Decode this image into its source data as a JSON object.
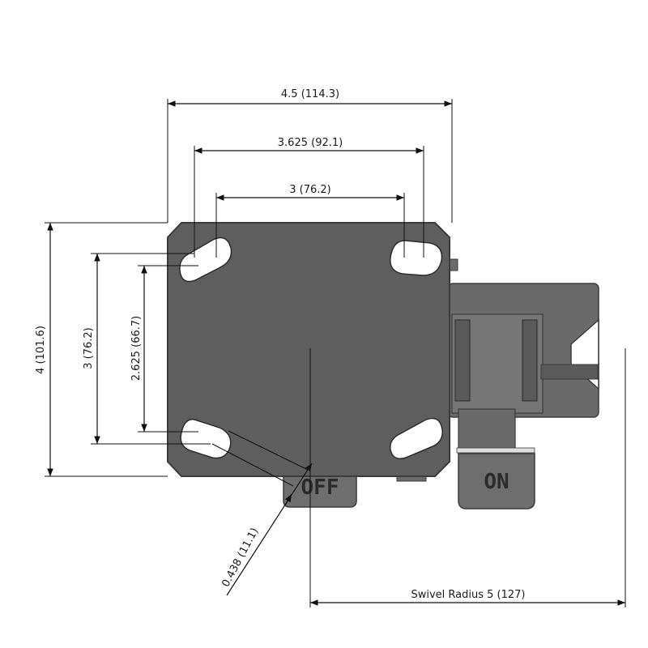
{
  "drawing": {
    "dimensions": {
      "overall_width": "4.5 (114.3)",
      "bolt_width_outer": "3.625 (92.1)",
      "bolt_width_inner": "3 (76.2)",
      "overall_height": "4 (101.6)",
      "bolt_height_outer": "3 (76.2)",
      "bolt_height_inner": "2.625 (66.7)",
      "bolt_slot": "0.438 (11.1)",
      "swivel_radius": "Swivel Radius 5 (127)"
    },
    "brake_labels": {
      "off": "OFF",
      "on": "ON"
    },
    "colors": {
      "plate": "#5e5e5e",
      "plate_edge": "#3c3c3c",
      "hole": "#ffffff",
      "body": "#6a6a6a",
      "body_dark": "#4a4a4a",
      "pedal": "#6e6e6e",
      "line": "#111111"
    }
  }
}
